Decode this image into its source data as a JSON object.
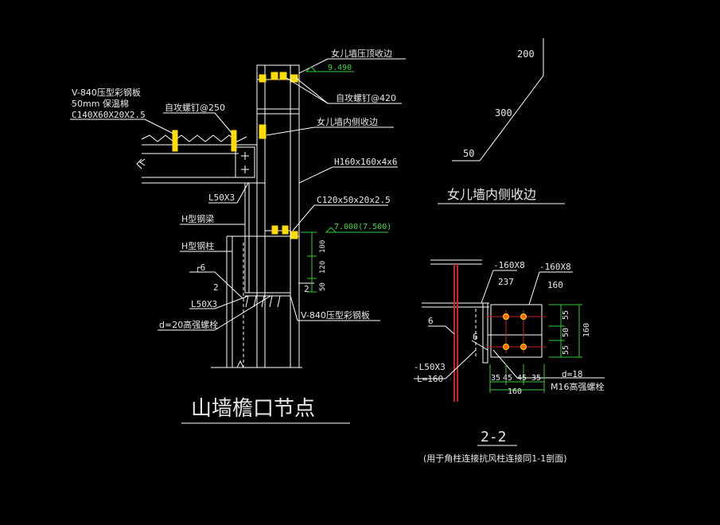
{
  "colors": {
    "background": "#000000",
    "line": "#ffffff",
    "dimension": "#33cc33",
    "bolt": "#ffdd00",
    "section_member": "#cc2222",
    "plate_fill": "#ffffff"
  },
  "left_detail": {
    "labels": {
      "parapet_cap_flashing": "女儿墙压顶收边",
      "elevation_top": "9.490",
      "self_tap_screw_420": "自攻螺钉@420",
      "parapet_inner_flashing": "女儿墙内侧收边",
      "column_section": "H160x160x4x6",
      "c_purlin": "C120x50x20x2.5",
      "elevation_mid": "7.000(7.500)",
      "roof_panel": "V-840压型彩钢板",
      "insulation": "50mm 保温棉",
      "roof_purlin": "C140X60X20X2.5",
      "self_tap_screw_250": "自攻螺钉@250",
      "angle_1": "L50X3",
      "h_beam": "H型钢梁",
      "h_column": "H型钢柱",
      "weld_6": "6",
      "weld_2": "2",
      "weld_2b": "2",
      "angle_2": "L50X3",
      "bolt_d20": "d=20高强螺栓",
      "wall_panel": "V-840压型彩钢板",
      "dim_100": "100",
      "dim_120": "120",
      "dim_50": "50"
    },
    "title": "山墙檐口节点"
  },
  "flashing_detail": {
    "dim_200": "200",
    "dim_300": "300",
    "dim_50": "50",
    "title": "女儿墙内侧收边"
  },
  "section_detail": {
    "plate_1": "-160X8",
    "plate_1_len": "237",
    "plate_2": "-160X8",
    "plate_2_len": "160",
    "weld_6a": "6",
    "weld_6b": "6",
    "angle": "-L50X3",
    "angle_len": "L=160",
    "dims_bottom": [
      "35",
      "45",
      "45",
      "35"
    ],
    "dim_total": "160",
    "dims_right": [
      "55",
      "50",
      "55"
    ],
    "dim_right_total": "160",
    "hole": "d=18",
    "bolt": "M16高强螺栓",
    "title": "2-2",
    "subtitle": "(用于角柱连接抗风柱连接同1-1剖面)"
  }
}
